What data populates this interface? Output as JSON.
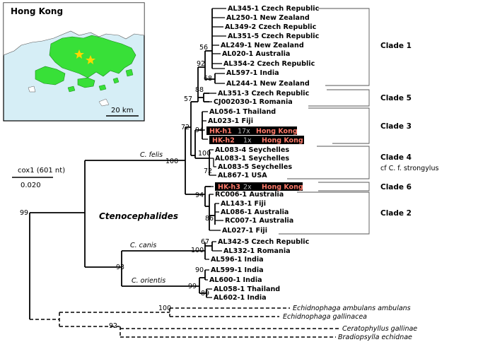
{
  "map": {
    "title": "Hong Kong",
    "scale_label": "20 km"
  },
  "scale_bar": {
    "marker": "cox1 (601 nt)",
    "value": "0.020"
  },
  "genus": "Ctenocephalides",
  "taxa": {
    "felis": "C. felis",
    "canis": "C. canis",
    "orientis": "C. orientis"
  },
  "clades": {
    "clade1": "Clade 1",
    "clade5": "Clade 5",
    "clade3": "Clade 3",
    "clade4": "Clade 4",
    "clade4_note": "cf C. f. strongylus",
    "clade6": "Clade 6",
    "clade2": "Clade 2"
  },
  "leaves": {
    "al345": "AL345-1 Czech Republic",
    "al250": "AL250-1 New Zealand",
    "al349": "AL349-2 Czech Republic",
    "al351_5": "AL351-5 Czech Republic",
    "al249": "AL249-1 New Zealand",
    "al020": "AL020-1 Australia",
    "al354": "AL354-2 Czech Republic",
    "al597": "AL597-1 India",
    "al244": "AL244-1 New Zealand",
    "al351_3": "AL351-3 Czech Republic",
    "cj002030": "CJ002030-1 Romania",
    "al056": "AL056-1 Thailand",
    "al023": "AL023-1 Fiji",
    "al083_4": "AL083-4 Seychelles",
    "al083_1": "AL083-1 Seychelles",
    "al083_5": "AL083-5 Seychelles",
    "al867": "AL867-1 USA",
    "rc006": "RC006-1 Australia",
    "al143": "AL143-1 Fiji",
    "al086": "AL086-1 Australia",
    "rc007": "RC007-1 Australia",
    "al027": "AL027-1 Fiji",
    "al342": "AL342-5 Czech Republic",
    "al332": "AL332-1 Romania",
    "al596": "AL596-1 India",
    "al599": "AL599-1 India",
    "al600": "AL600-1 India",
    "al058": "AL058-1 Thailand",
    "al602": "AL602-1 India"
  },
  "hk": {
    "h1": {
      "id": "HK-h1",
      "count": "17x",
      "place": "Hong Kong"
    },
    "h2": {
      "id": "HK-h2",
      "count": "1x",
      "place": "Hong Kong"
    },
    "h3": {
      "id": "HK-h3",
      "count": "2x",
      "place": "Hong Kong"
    }
  },
  "outgroups": {
    "eaa": "Echidnophaga ambulans ambulans",
    "eg": "Echidnophaga gallinacea",
    "cg": "Ceratophyllus gallinae",
    "be": "Bradiopsylla echidnae"
  },
  "bootstrap": {
    "b56": "56",
    "b92": "92",
    "b68": "68",
    "b88": "88",
    "b57": "57",
    "b72a": "72",
    "b94a": "94",
    "b100a": "100",
    "b72b": "72",
    "b100b": "100",
    "b94b": "94",
    "b86": "86",
    "b99a": "99",
    "b67": "67",
    "b100c": "100",
    "b93": "93",
    "b90": "90",
    "b99b": "99",
    "b89": "89",
    "b100d": "100",
    "b92b": "92"
  },
  "colors": {
    "land": "#38e038",
    "sea": "#d6eef6",
    "hk_box": "#000000",
    "hk_text": "#ff7a6a",
    "star": "#ffd700"
  }
}
